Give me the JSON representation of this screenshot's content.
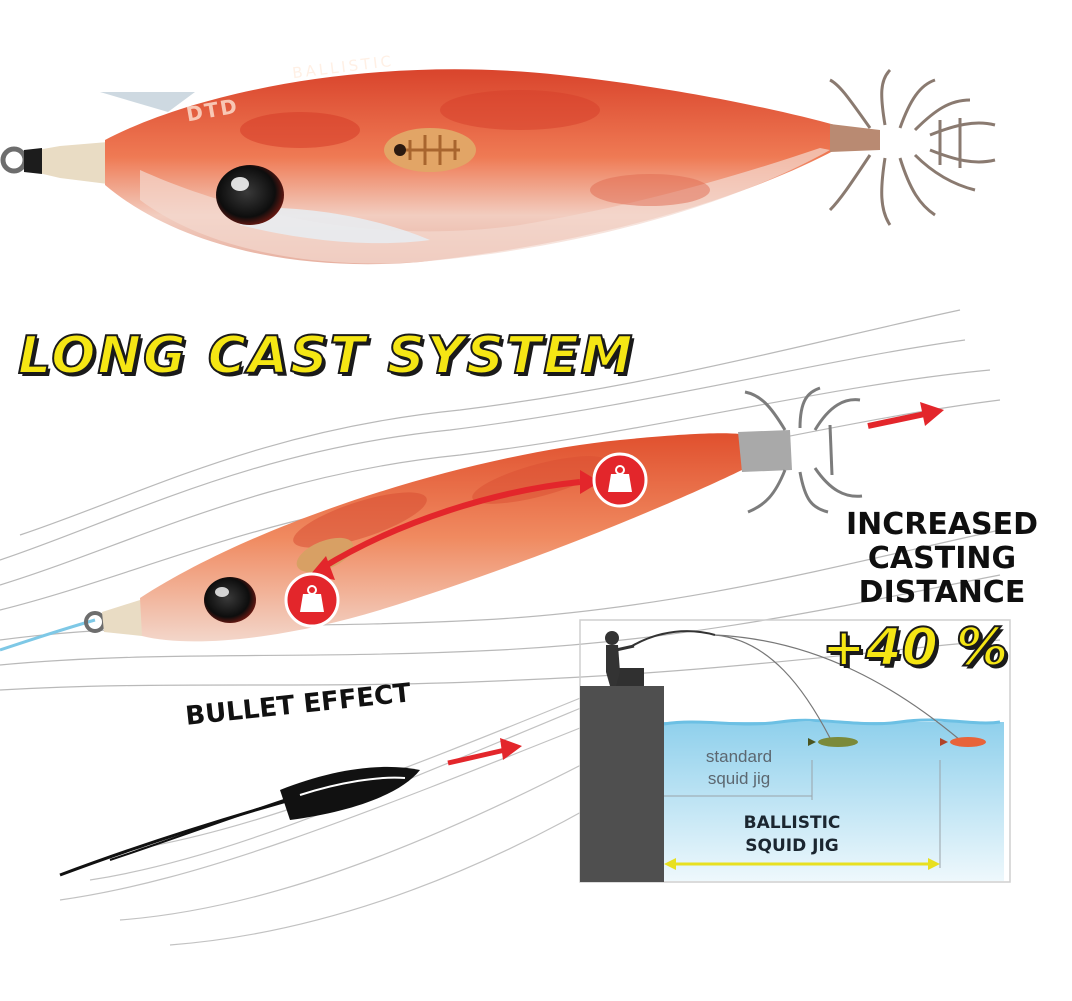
{
  "headline": "LONG CAST SYSTEM",
  "increased": {
    "line1": "INCREASED",
    "line2": "CASTING",
    "line3": "DISTANCE"
  },
  "percent": "+40 %",
  "bullet": "BULLET EFFECT",
  "standard": {
    "line1": "standard",
    "line2": "squid jig"
  },
  "ballistic": {
    "line1": "BALLISTIC",
    "line2": "SQUID JIG"
  },
  "lure_print": {
    "brand": "DTD",
    "model": "BALLISTIC"
  },
  "colors": {
    "headline_yellow": "#f5e614",
    "lure_orange": "#e8643a",
    "lure_red": "#d83a2a",
    "arrow_red": "#e3262b",
    "water_blue": "#9fd6ee",
    "pier_gray": "#4f4f4f",
    "guide_yellow": "#e8e020"
  },
  "icons": [
    "weight-icon",
    "direction-arrow-icon",
    "bullet-icon",
    "fisherman-icon"
  ]
}
